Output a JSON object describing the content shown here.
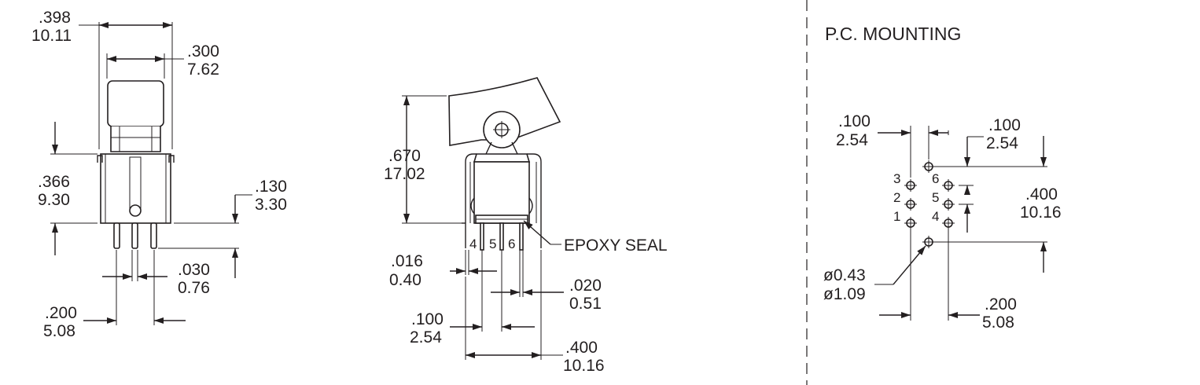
{
  "front_view": {
    "width_in": ".398",
    "width_mm": "10.11",
    "actuator_in": ".300",
    "actuator_mm": "7.62",
    "height_in": ".366",
    "height_mm": "9.30",
    "pin_len_in": ".130",
    "pin_len_mm": "3.30",
    "pin_w_in": ".030",
    "pin_w_mm": "0.76",
    "pin_pitch_in": ".200",
    "pin_pitch_mm": "5.08"
  },
  "side_view": {
    "height_in": ".670",
    "height_mm": "17.02",
    "pin_t_in": ".016",
    "pin_t_mm": "0.40",
    "pin_w_in": ".020",
    "pin_w_mm": "0.51",
    "pitch_in": ".100",
    "pitch_mm": "2.54",
    "span_in": ".400",
    "span_mm": "10.16",
    "seal_label": "EPOXY SEAL",
    "pins": [
      "4",
      "5",
      "6"
    ]
  },
  "pc_mounting": {
    "title": "P.C. MOUNTING",
    "pitch_left_in": ".100",
    "pitch_left_mm": "2.54",
    "pitch_right_in": ".100",
    "pitch_right_mm": "2.54",
    "span_in": ".400",
    "span_mm": "10.16",
    "hole_in": "ø0.43",
    "hole_mm": "ø1.09",
    "spacing_in": ".200",
    "spacing_mm": "5.08",
    "left_pins": [
      "3",
      "2",
      "1"
    ],
    "right_pins": [
      "6",
      "5",
      "4"
    ]
  }
}
